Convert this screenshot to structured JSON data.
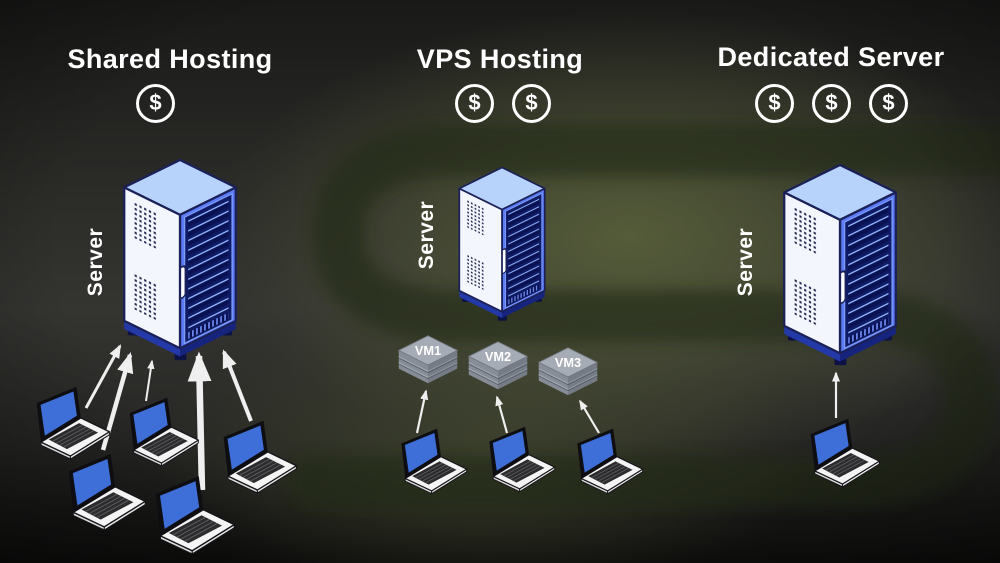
{
  "columns": [
    {
      "title": "Shared Hosting",
      "price_icons": [
        "$"
      ],
      "server_label": "Server",
      "vms": [],
      "client_count": 5
    },
    {
      "title": "VPS Hosting",
      "price_icons": [
        "$",
        "$"
      ],
      "server_label": "Server",
      "vms": [
        "VM1",
        "VM2",
        "VM3"
      ],
      "client_count": 3
    },
    {
      "title": "Dedicated Server",
      "price_icons": [
        "$",
        "$",
        "$"
      ],
      "server_label": "Server",
      "vms": [],
      "client_count": 1
    }
  ],
  "colors": {
    "background_olive": "#4c5433",
    "watermark_dark": "#232a12",
    "server_top": "#b7d3fb",
    "server_front": "#f4f6fd",
    "server_side": "#5b7bf5",
    "server_rack_dark": "#101b66",
    "laptop_screen": "#3e6fd8",
    "vm_gray": "#a6acb5",
    "arrow": "#efefef",
    "text": "#ffffff"
  }
}
